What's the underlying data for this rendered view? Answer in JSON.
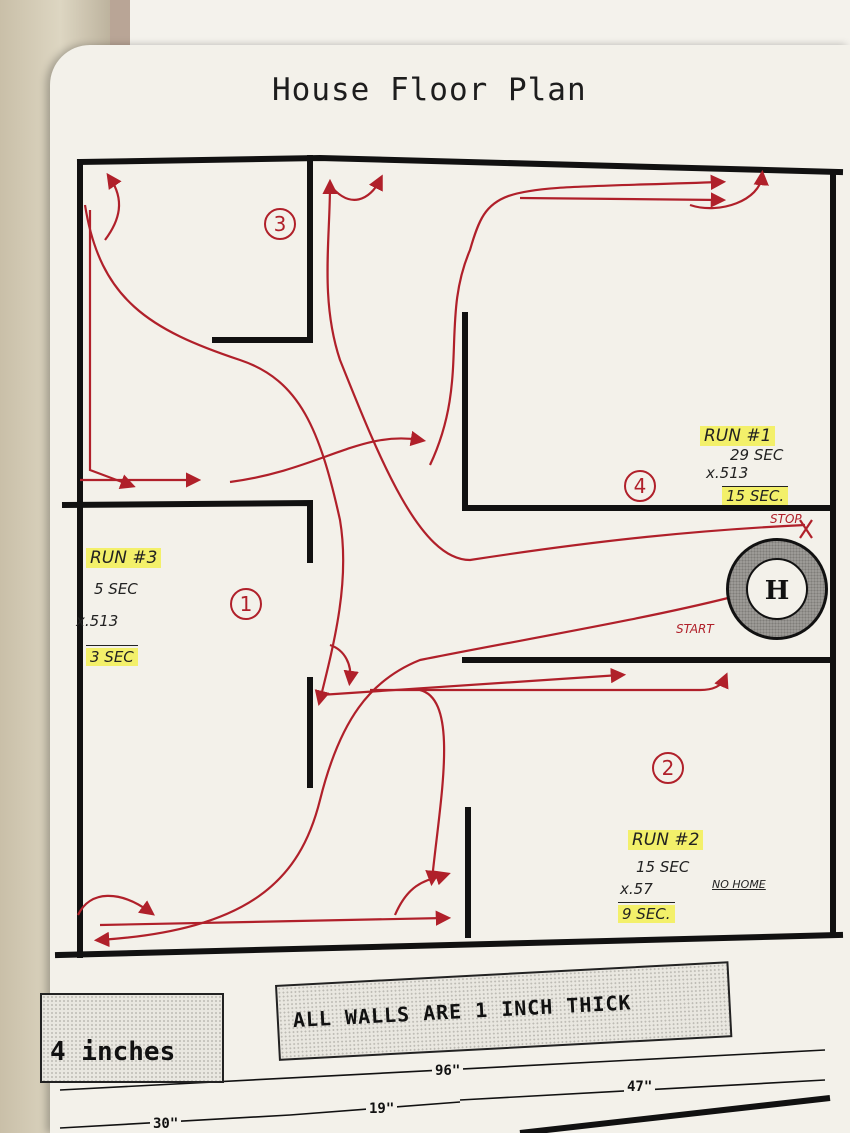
{
  "title": "House Floor Plan",
  "rooms": [
    "1",
    "2",
    "3",
    "4"
  ],
  "home_label": "H",
  "runs": {
    "run1": {
      "label": "RUN #1",
      "time": "29 SEC",
      "factor": "x.513",
      "result": "15 SEC."
    },
    "run2": {
      "label": "RUN #2",
      "time": "15 SEC",
      "factor": "x.57",
      "note": "NO HOME",
      "result": "9 SEC."
    },
    "run3": {
      "label": "RUN #3",
      "time": "5 SEC",
      "factor": "x.513",
      "result": "3 SEC"
    }
  },
  "markers": {
    "start": "START",
    "stop": "STOP"
  },
  "notes": {
    "walls": "ALL WALLS ARE 1 INCH THICK",
    "inches": "4 inches"
  },
  "dimensions": {
    "d96": "96\"",
    "d47": "47\"",
    "d19": "19\"",
    "d30": "30\""
  },
  "colors": {
    "path": "#b0202a",
    "highlight": "#f3f06a",
    "wall": "#111111"
  }
}
